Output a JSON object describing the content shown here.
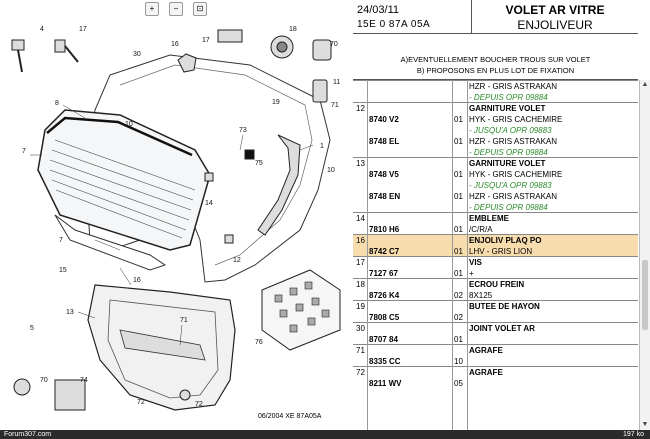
{
  "header": {
    "date": "24/03/11",
    "reference": "15E 0 87A 05A",
    "title_line1": "VOLET AR VITRE",
    "title_line2": "ENJOLIVEUR"
  },
  "notes": {
    "line1": "A)EVENTUELLEMENT BOUCHER TROUS SUR VOLET",
    "line2": "B) PROPOSONS EN PLUS LOT DE FIXATION"
  },
  "diagram": {
    "copyright": "06/2004  XE 87A05A",
    "callouts": [
      "4",
      "17",
      "18",
      "70",
      "5",
      "8",
      "30",
      "17",
      "19",
      "16",
      "10",
      "73",
      "11",
      "75",
      "71",
      "1",
      "10",
      "14",
      "7",
      "7",
      "15",
      "16",
      "12",
      "13",
      "71",
      "72",
      "70",
      "74",
      "76",
      "72"
    ]
  },
  "toolbar": {
    "zoom_in": "+",
    "zoom_out": "−",
    "fit": "⊡"
  },
  "rows": [
    {
      "item": "",
      "highlight": false,
      "lines": [
        {
          "pn": "",
          "qty": "",
          "desc": "HZR - GRIS ASTRAKAN",
          "style": ""
        },
        {
          "pn": "",
          "qty": "",
          "desc": "- DEPUIS OPR 09884",
          "style": "g"
        }
      ]
    },
    {
      "item": "12",
      "highlight": false,
      "lines": [
        {
          "pn": "",
          "qty": "",
          "desc": "GARNITURE VOLET",
          "style": "b"
        },
        {
          "pn": "8740 V2",
          "qty": "01",
          "desc": "HYK - GRIS CACHEMIRE",
          "style": ""
        },
        {
          "pn": "",
          "qty": "",
          "desc": "- JUSQU'A OPR 09883",
          "style": "g"
        },
        {
          "pn": "8748 EL",
          "qty": "01",
          "desc": "HZR - GRIS ASTRAKAN",
          "style": ""
        },
        {
          "pn": "",
          "qty": "",
          "desc": "- DEPUIS OPR 09884",
          "style": "g"
        }
      ]
    },
    {
      "item": "13",
      "highlight": false,
      "lines": [
        {
          "pn": "",
          "qty": "",
          "desc": "GARNITURE VOLET",
          "style": "b"
        },
        {
          "pn": "8748 V5",
          "qty": "01",
          "desc": "HYK - GRIS CACHEMIRE",
          "style": ""
        },
        {
          "pn": "",
          "qty": "",
          "desc": "- JUSQU'A OPR 09883",
          "style": "g"
        },
        {
          "pn": "8748 EN",
          "qty": "01",
          "desc": "HZR - GRIS ASTRAKAN",
          "style": ""
        },
        {
          "pn": "",
          "qty": "",
          "desc": "- DEPUIS OPR 09884",
          "style": "g"
        }
      ]
    },
    {
      "item": "14",
      "highlight": false,
      "lines": [
        {
          "pn": "",
          "qty": "",
          "desc": "EMBLEME",
          "style": "b"
        },
        {
          "pn": "7810 H6",
          "qty": "01",
          "desc": "/C/R/A",
          "style": ""
        }
      ]
    },
    {
      "item": "16",
      "highlight": true,
      "lines": [
        {
          "pn": "",
          "qty": "",
          "desc": "ENJOLIV PLAQ PO",
          "style": "b"
        },
        {
          "pn": "8742 C7",
          "qty": "01",
          "desc": "LHV - GRIS LION",
          "style": ""
        }
      ]
    },
    {
      "item": "17",
      "highlight": false,
      "lines": [
        {
          "pn": "",
          "qty": "",
          "desc": "VIS",
          "style": "b"
        },
        {
          "pn": "7127 67",
          "qty": "01",
          "desc": "+",
          "style": ""
        }
      ]
    },
    {
      "item": "18",
      "highlight": false,
      "lines": [
        {
          "pn": "",
          "qty": "",
          "desc": "ECROU FREIN",
          "style": "b"
        },
        {
          "pn": "8726 K4",
          "qty": "02",
          "desc": "8X125",
          "style": ""
        }
      ]
    },
    {
      "item": "19",
      "highlight": false,
      "lines": [
        {
          "pn": "",
          "qty": "",
          "desc": "BUTEE DE HAYON",
          "style": "b"
        },
        {
          "pn": "7808 C5",
          "qty": "02",
          "desc": "",
          "style": ""
        }
      ]
    },
    {
      "item": "30",
      "highlight": false,
      "lines": [
        {
          "pn": "",
          "qty": "",
          "desc": "JOINT VOLET AR",
          "style": "b"
        },
        {
          "pn": "8707 84",
          "qty": "01",
          "desc": "",
          "style": ""
        }
      ]
    },
    {
      "item": "71",
      "highlight": false,
      "lines": [
        {
          "pn": "",
          "qty": "",
          "desc": "AGRAFE",
          "style": "b"
        },
        {
          "pn": "8335 CC",
          "qty": "10",
          "desc": "",
          "style": ""
        }
      ]
    },
    {
      "item": "72",
      "highlight": false,
      "lines": [
        {
          "pn": "",
          "qty": "",
          "desc": "AGRAFE",
          "style": "b"
        },
        {
          "pn": "8211 WV",
          "qty": "05",
          "desc": "",
          "style": ""
        }
      ]
    }
  ],
  "status": {
    "left": "Forum307.com",
    "right": "197 ko"
  }
}
